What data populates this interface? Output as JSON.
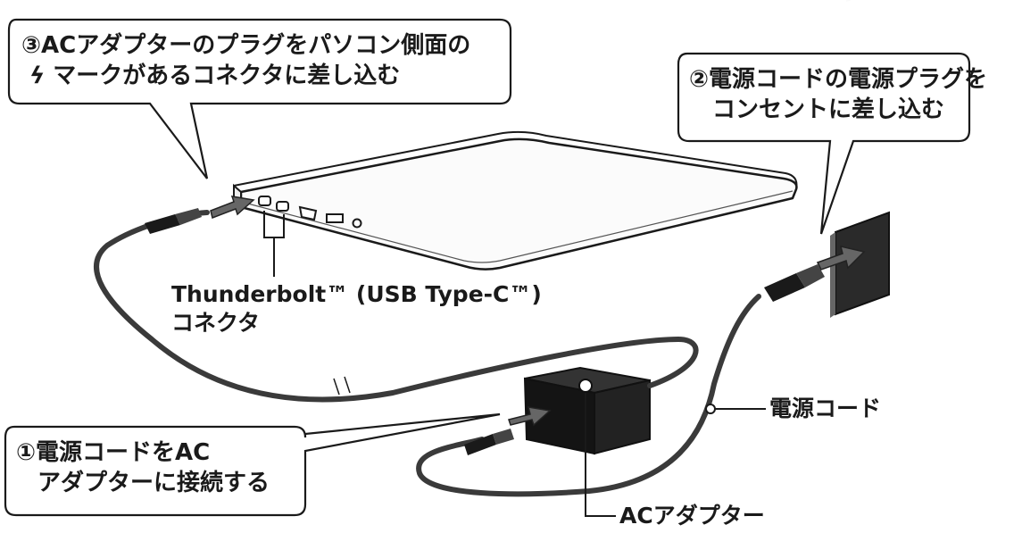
{
  "callouts": {
    "step3": {
      "line1": "③ACアダプターのプラグをパソコン側面の",
      "bolt_symbol": "ϟ",
      "line2_rest": "マークがあるコネクタに差し込む"
    },
    "step2": {
      "line1": "②電源コードの電源プラグを",
      "line2": "コンセントに差し込む"
    },
    "step1": {
      "line1": "①電源コードをAC",
      "line2": "アダプターに接続する"
    }
  },
  "labels": {
    "thunderbolt": {
      "line1": "Thunderbolt™ (USB Type-C™)",
      "line2": "コネクタ"
    },
    "power_cord": "電源コード",
    "ac_adapter": "ACアダプター"
  },
  "colors": {
    "ink": "#1a1a1a",
    "cable": "#3a3a3a",
    "adapter_body": "#141414",
    "callout_fill": "#ffffff"
  }
}
